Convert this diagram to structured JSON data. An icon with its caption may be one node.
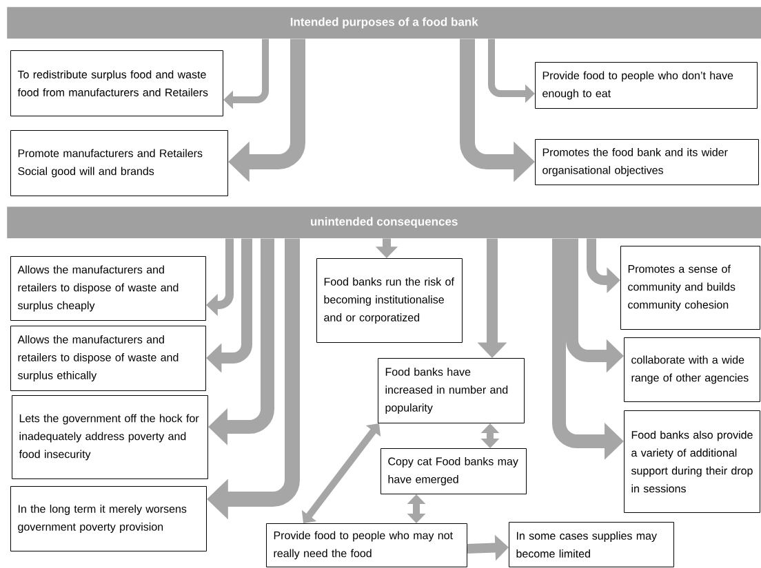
{
  "diagram": {
    "nodes": [
      {
        "text": [
          "Intended purposes of a food bank"
        ]
      },
      {
        "text": [
          "To redistribute surplus food and waste food from manufacturers and Retailers"
        ]
      },
      {
        "text": [
          "Promote manufacturers and Retailers Social good will and brands"
        ]
      },
      {
        "text": [
          "Provide food to people who don’t have enough to eat"
        ]
      },
      {
        "text": [
          "Promotes the food bank and its wider organisational objectives"
        ]
      },
      {
        "text": [
          "unintended consequences"
        ]
      },
      {
        "text": [
          "Allows the manufacturers and retailers to dispose of waste and surplus cheaply"
        ]
      },
      {
        "text": [
          "Allows the manufacturers and retailers to dispose of waste and surplus ethically"
        ]
      },
      {
        "text": [
          "Lets the government off the hock for inadequately address poverty and food insecurity"
        ]
      },
      {
        "text": [
          "In the long term it merely worsens government poverty provision"
        ]
      },
      {
        "text": [
          "Food banks run the risk of becoming institutionalise and or corporatized"
        ]
      },
      {
        "text": [
          "Food banks have increased in number and popularity"
        ]
      },
      {
        "text": [
          "Copy cat Food banks may have emerged"
        ]
      },
      {
        "text": [
          "Provide food to people who may not really need the food"
        ]
      },
      {
        "text": [
          "In some cases supplies may become limited"
        ]
      },
      {
        "text": [
          "Promotes a sense of community and builds community cohesion"
        ]
      },
      {
        "text": [
          "collaborate with a wide range of other agencies"
        ]
      },
      {
        "text": [
          "Food banks also provide a variety of additional support during their drop in sessions"
        ]
      }
    ],
    "edges": [
      {
        "from": 0,
        "to": 1,
        "arrow": "to"
      },
      {
        "from": 0,
        "to": 2,
        "arrow": "to"
      },
      {
        "from": 0,
        "to": 3,
        "arrow": "to"
      },
      {
        "from": 0,
        "to": 4,
        "arrow": "to"
      },
      {
        "from": 5,
        "to": 6,
        "arrow": "to"
      },
      {
        "from": 5,
        "to": 7,
        "arrow": "to"
      },
      {
        "from": 5,
        "to": 8,
        "arrow": "to"
      },
      {
        "from": 5,
        "to": 9,
        "arrow": "to"
      },
      {
        "from": 5,
        "to": 10,
        "arrow": "to"
      },
      {
        "from": 5,
        "to": 11,
        "arrow": "to"
      },
      {
        "from": 5,
        "to": 15,
        "arrow": "to"
      },
      {
        "from": 5,
        "to": 16,
        "arrow": "to"
      },
      {
        "from": 5,
        "to": 17,
        "arrow": "to"
      },
      {
        "from": 11,
        "to": 12,
        "arrow": "both"
      },
      {
        "from": 12,
        "to": 13,
        "arrow": "both"
      },
      {
        "from": 13,
        "to": 11,
        "arrow": "both"
      },
      {
        "from": 13,
        "to": 14,
        "arrow": "to"
      }
    ]
  }
}
